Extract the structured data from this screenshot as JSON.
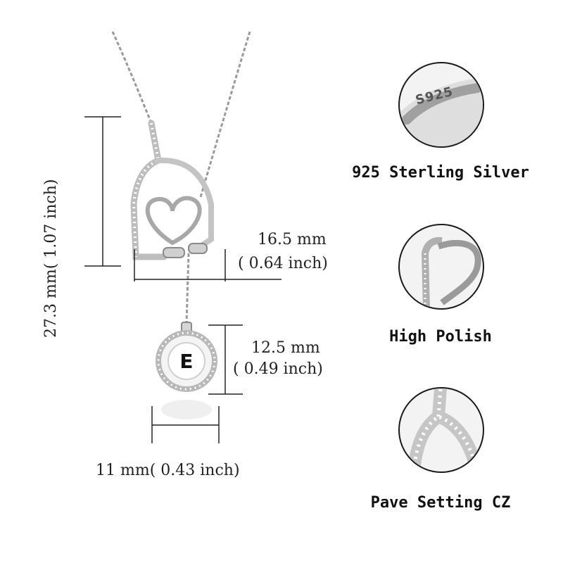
{
  "dimensions": {
    "height_total": "27.3 mm( 1.07 inch)",
    "pendant_width_mm": "16.5 mm",
    "pendant_width_inch": "( 0.64 inch)",
    "charm_height_mm": "12.5 mm",
    "charm_height_inch": "( 0.49 inch)",
    "charm_width": "11 mm( 0.43 inch)"
  },
  "charm_initial": "E",
  "features": [
    {
      "label": "925 Sterling Silver",
      "detail_text": "S925"
    },
    {
      "label": "High Polish"
    },
    {
      "label": "Pave Setting CZ"
    }
  ]
}
